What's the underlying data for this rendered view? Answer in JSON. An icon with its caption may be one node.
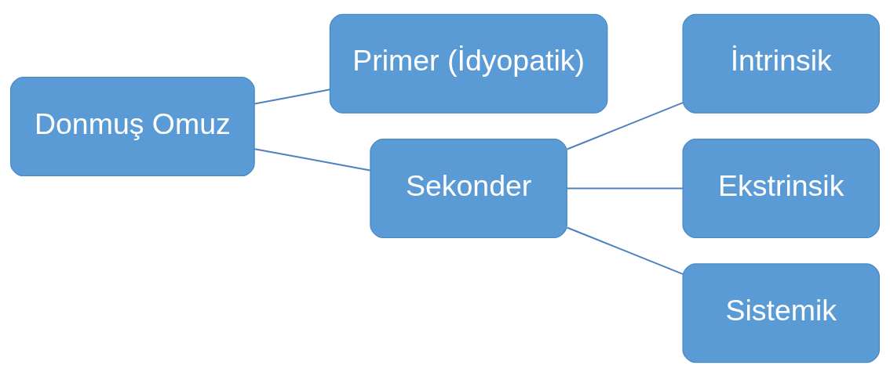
{
  "diagram": {
    "nodes": [
      {
        "text": [
          "Donmuş Omuz"
        ]
      },
      {
        "text": [
          "Primer (İdyopatik)"
        ]
      },
      {
        "text": [
          "Sekonder"
        ]
      },
      {
        "text": [
          "İntrinsik"
        ]
      },
      {
        "text": [
          "Ekstrinsik"
        ]
      },
      {
        "text": [
          "Sistemik"
        ]
      }
    ],
    "edges": [
      {
        "from": 0,
        "to": 1,
        "arrow": "none"
      },
      {
        "from": 0,
        "to": 2,
        "arrow": "none"
      },
      {
        "from": 2,
        "to": 3,
        "arrow": "none"
      },
      {
        "from": 2,
        "to": 4,
        "arrow": "none"
      },
      {
        "from": 2,
        "to": 5,
        "arrow": "none"
      }
    ]
  }
}
